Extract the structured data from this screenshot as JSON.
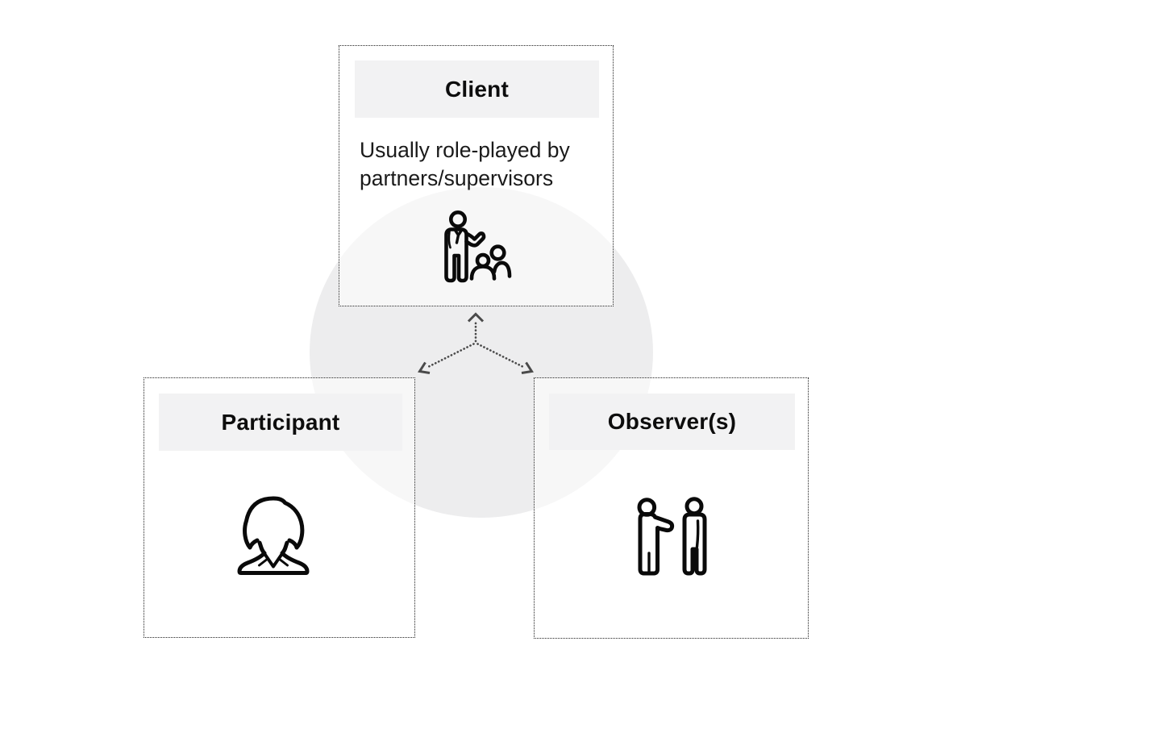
{
  "diagram": {
    "nodes": [
      {
        "id": "client",
        "title": "Client",
        "description_lines": [
          "Usually role-played by",
          "partners/supervisors"
        ],
        "icon": "presenter-with-audience-icon"
      },
      {
        "id": "participant",
        "title": "Participant",
        "icon": "woman-bust-icon"
      },
      {
        "id": "observers",
        "title": "Observer(s)",
        "icon": "two-people-standing-icon"
      }
    ],
    "connections": [
      {
        "from": "client",
        "to": "participant",
        "line_style": "dotted",
        "arrowheads": "both-ends"
      },
      {
        "from": "client",
        "to": "observers",
        "line_style": "dotted",
        "arrowheads": "both-ends"
      }
    ],
    "colors": {
      "page_bg": "#ffffff",
      "circle_bg": "#ededee",
      "header_bg": "#f2f2f3",
      "box_border": "#222222",
      "arrow": "#4a4a4a",
      "icon_stroke": "#0a0a0a",
      "heading_text": "#0d0d0d",
      "body_text": "#1a1a1a"
    }
  }
}
